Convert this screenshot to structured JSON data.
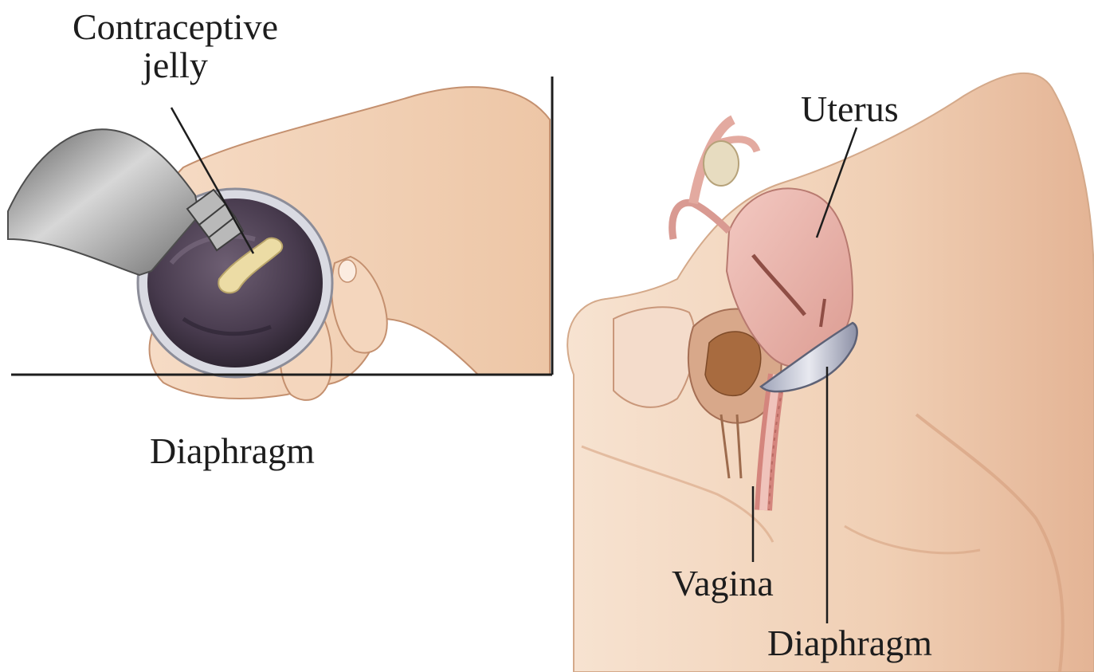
{
  "labels": {
    "contraceptive_jelly": [
      "Contraceptive",
      "jelly"
    ],
    "diaphragm_left": "Diaphragm",
    "uterus": "Uterus",
    "vagina": "Vagina",
    "diaphragm_right": "Diaphragm"
  },
  "colors": {
    "skin": "#f2d3b8",
    "skin_shadow": "#dba98a",
    "tissue": "#eab7b0",
    "tissue_dark": "#c9837a",
    "diaphragm_dark": "#4a3c50",
    "diaphragm_rim": "#cfd0d8",
    "tube": "#8a8a8a",
    "jelly": "#e9d9a0",
    "line": "#1d1d1d"
  }
}
